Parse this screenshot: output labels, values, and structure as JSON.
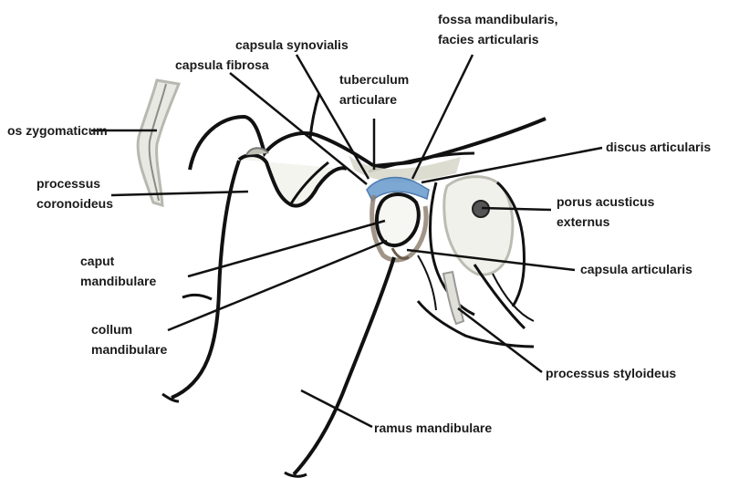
{
  "labels": {
    "os_zygomaticum": [
      "os zygomaticum"
    ],
    "processus_coronoideus": [
      "processus",
      "coronoideus"
    ],
    "caput_mandibulare": [
      "caput",
      "mandibulare"
    ],
    "collum_mandibulare": [
      "collum",
      "mandibulare"
    ],
    "capsula_fibrosa": [
      "capsula fibrosa"
    ],
    "capsula_synovialis": [
      "capsula synovialis"
    ],
    "tuberculum_articulare": [
      "tuberculum",
      "articulare"
    ],
    "fossa_mandibularis": [
      "fossa mandibularis,",
      "facies articularis"
    ],
    "discus_articularis": [
      "discus articularis"
    ],
    "porus_acusticus_externus": [
      "porus acusticus",
      "externus"
    ],
    "capsula_articularis": [
      "capsula articularis"
    ],
    "processus_styloideus": [
      "processus styloideus"
    ],
    "ramus_mandibulare": [
      "ramus mandibulare"
    ]
  },
  "colors": {
    "line": "#111111",
    "disc": "#6f9fd0",
    "bone_shade": "#cfcfc4",
    "capsule": "#8a7a6a"
  }
}
